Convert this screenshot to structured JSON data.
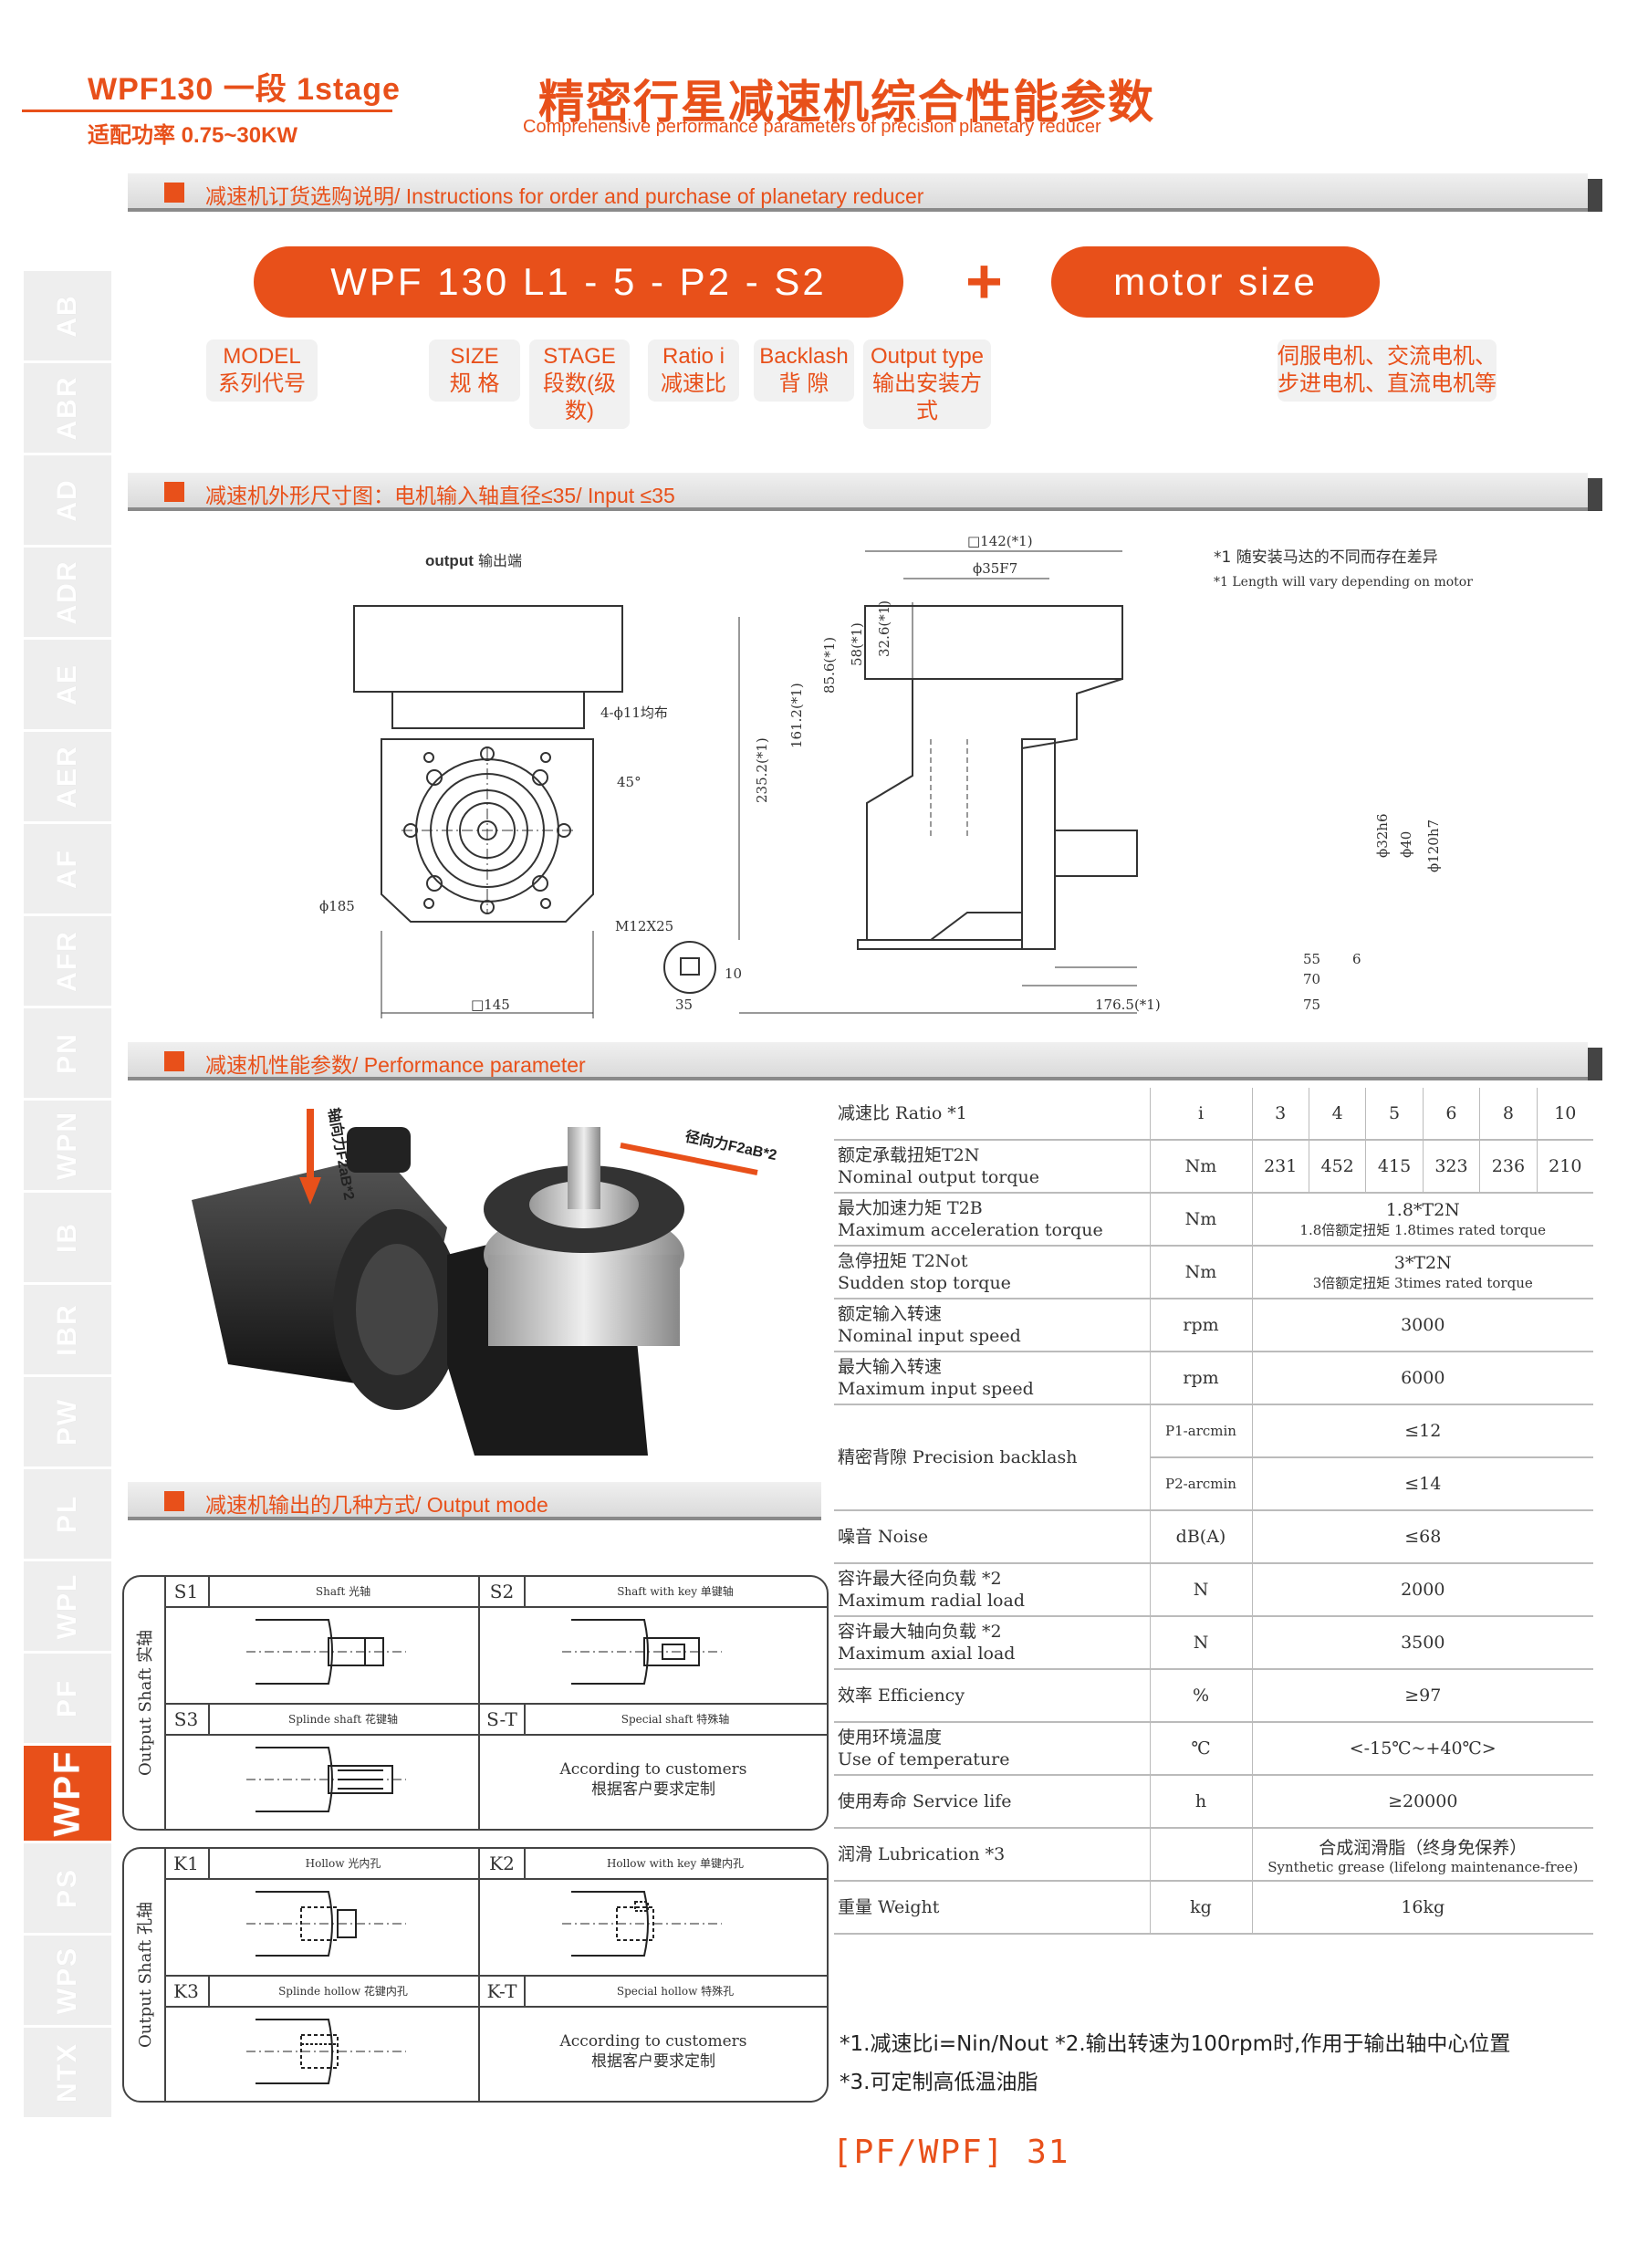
{
  "header": {
    "stage": "WPF130 一段 1stage",
    "power": "适配功率 0.75~30KW",
    "title": "精密行星减速机综合性能参数",
    "subtitle": "Comprehensive performance parameters of precision planetary reducer"
  },
  "sections": {
    "order": "减速机订货选购说明/ Instructions for order and purchase of planetary reducer",
    "dimension": "减速机外形尺寸图：电机输入轴直径≤35/ Input ≤35",
    "performance": "减速机性能参数/ Performance parameter",
    "output": "减速机输出的几种方式/ Output mode"
  },
  "tabs": [
    "AB",
    "ABR",
    "AD",
    "ADR",
    "AE",
    "AER",
    "AF",
    "AFR",
    "PN",
    "WPN",
    "IB",
    "IBR",
    "PW",
    "PL",
    "WPL",
    "PF",
    "WPF",
    "PS",
    "WPS",
    "NTX"
  ],
  "model": {
    "code": "WPF 130   L1  -  5  -  P2  -  S2",
    "plus": "+",
    "motor": "motor size",
    "labels": [
      {
        "en": "MODEL",
        "zh": "系列代号"
      },
      {
        "en": "SIZE",
        "zh": "规  格"
      },
      {
        "en": "STAGE",
        "zh": "段数(级数)"
      },
      {
        "en": "Ratio i",
        "zh": "减速比"
      },
      {
        "en": "Backlash",
        "zh": "背  隙"
      },
      {
        "en": "Output type",
        "zh": "输出安装方式"
      }
    ],
    "motor_label_1": "伺服电机、交流电机、",
    "motor_label_2": "步进电机、直流电机等"
  },
  "drawing": {
    "output": "output",
    "output_zh": "输出端",
    "note1": "*1 随安装马达的不同而存在差异",
    "note2": "*1 Length will vary depending on motor",
    "holes": "4-ϕ11均布",
    "angle": "45°",
    "pcd": "ϕ185",
    "thread": "M12X25",
    "width": "□145",
    "key_w": "10",
    "key_l": "35",
    "flange": "□142(*1)",
    "bore": "ϕ35F7",
    "h1": "235.2(*1)",
    "h2": "161.2(*1)",
    "h3": "85.6(*1)",
    "h4": "58(*1)",
    "h5": "32.6(*1)",
    "d1": "ϕ32h6",
    "d2": "ϕ40",
    "d3": "ϕ120h7",
    "l1": "55",
    "l2": "6",
    "l3": "70",
    "l4": "75",
    "l5": "176.5(*1)"
  },
  "perf": {
    "ratio_label": "减速比 Ratio *1",
    "ratio_unit": "i",
    "ratios": [
      "3",
      "4",
      "5",
      "6",
      "8",
      "10"
    ],
    "torque_label_zh": "额定承载扭矩T2N",
    "torque_label_en": "Nominal output torque",
    "torque_unit": "Nm",
    "torques": [
      "231",
      "452",
      "415",
      "323",
      "236",
      "210"
    ],
    "rows": [
      {
        "zh": "最大加速力矩 T2B",
        "en": "Maximum acceleration torque",
        "unit": "Nm",
        "v1": "1.8*T2N",
        "v2": "1.8倍额定扭矩 1.8times rated torque"
      },
      {
        "zh": "急停扭矩 T2Not",
        "en": "Sudden stop torque",
        "unit": "Nm",
        "v1": "3*T2N",
        "v2": "3倍额定扭矩 3times rated torque"
      },
      {
        "zh": "额定输入转速",
        "en": "Nominal input speed",
        "unit": "rpm",
        "v1": "3000",
        "v2": ""
      },
      {
        "zh": "最大输入转速",
        "en": "Maximum input speed",
        "unit": "rpm",
        "v1": "6000",
        "v2": ""
      }
    ],
    "backlash_label": "精密背隙 Precision backlash",
    "backlash_rows": [
      {
        "unit": "P1-arcmin",
        "value": "≤12"
      },
      {
        "unit": "P2-arcmin",
        "value": "≤14"
      }
    ],
    "rows2": [
      {
        "zh": "噪音 Noise",
        "en": "",
        "unit": "dB(A)",
        "value": "≤68"
      },
      {
        "zh": "容许最大径向负载 *2",
        "en": "Maximum radial load",
        "unit": "N",
        "value": "2000"
      },
      {
        "zh": "容许最大轴向负载 *2",
        "en": "Maximum axial load",
        "unit": "N",
        "value": "3500"
      },
      {
        "zh": "效率 Efficiency",
        "en": "",
        "unit": "%",
        "value": "≥97"
      },
      {
        "zh": "使用环境温度",
        "en": "Use of temperature",
        "unit": "℃",
        "value": "<-15℃~+40℃>"
      },
      {
        "zh": "使用寿命 Service life",
        "en": "",
        "unit": "h",
        "value": "≥20000"
      }
    ],
    "lube_label": "润滑 Lubrication *3",
    "lube_v1": "合成润滑脂（终身免保养）",
    "lube_v2": "Synthetic grease (lifelong maintenance-free)",
    "weight_label": "重量 Weight",
    "weight_unit": "kg",
    "weight": "16kg",
    "photo_label1": "轴向力F2aB*2",
    "photo_label2": "径向力F2aB*2"
  },
  "output_mode": {
    "shaft_side": "Output Shaft 实轴",
    "hollow_side": "Output Shaft 孔轴",
    "s1": "S1",
    "s1_t": "Shaft 光轴",
    "s2": "S2",
    "s2_t": "Shaft with key 单键轴",
    "s3": "S3",
    "s3_t": "Splinde shaft 花键轴",
    "st": "S-T",
    "st_t": "Special shaft 特殊轴",
    "k1": "K1",
    "k1_t": "Hollow 光内孔",
    "k2": "K2",
    "k2_t": "Hollow with key 单键内孔",
    "k3": "K3",
    "k3_t": "Splinde hollow 花键内孔",
    "kt": "K-T",
    "kt_t": "Special hollow 特殊孔",
    "custom_en": "According to customers",
    "custom_zh": "根据客户要求定制"
  },
  "footnotes": {
    "n1": "*1.减速比i=Nin/Nout  *2.输出转速为100rpm时,作用于输出轴中心位置",
    "n2": "*3.可定制高低温油脂"
  },
  "page": "[PF/WPF] 31",
  "colors": {
    "accent": "#e8501a",
    "grey": "#dadada"
  }
}
